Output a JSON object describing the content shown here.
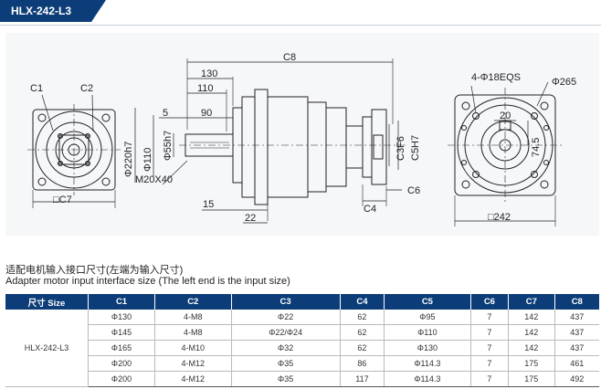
{
  "header": {
    "model": "HLX-242-L3"
  },
  "drawing": {
    "labels": {
      "c1": "C1",
      "c2": "C2",
      "c7": "□C7",
      "c8": "C8",
      "d130": "130",
      "d110": "110",
      "d5": "5",
      "d90": "90",
      "d220": "Φ220h7",
      "d110b": "Φ110",
      "d55": "Φ55h7",
      "m20": "M20X40",
      "d15": "15",
      "d22": "22",
      "c3": "C3F6",
      "c5": "C5H7",
      "c4": "C4",
      "c6": "C6",
      "holes": "4-Φ18EQS",
      "d265": "Φ265",
      "d20": "20",
      "d745": "74.5",
      "d242": "□242"
    }
  },
  "notes": {
    "cn": "适配电机输入接口尺寸(左端为输入尺寸)",
    "en": "Adapter motor input interface size (The left end is the input size)"
  },
  "table": {
    "headers": [
      "尺寸 Size",
      "C1",
      "C2",
      "C3",
      "C4",
      "C5",
      "C6",
      "C7",
      "C8"
    ],
    "model": "HLX-242-L3",
    "rows": [
      [
        "Φ130",
        "4-M8",
        "Φ22",
        "62",
        "Φ95",
        "7",
        "142",
        "437"
      ],
      [
        "Φ145",
        "4-M8",
        "Φ22/Φ24",
        "62",
        "Φ110",
        "7",
        "142",
        "437"
      ],
      [
        "Φ165",
        "4-M10",
        "Φ32",
        "62",
        "Φ130",
        "7",
        "142",
        "437"
      ],
      [
        "Φ200",
        "4-M12",
        "Φ35",
        "86",
        "Φ114.3",
        "7",
        "175",
        "461"
      ],
      [
        "Φ200",
        "4-M12",
        "Φ35",
        "117",
        "Φ114.3",
        "7",
        "175",
        "492"
      ]
    ]
  }
}
